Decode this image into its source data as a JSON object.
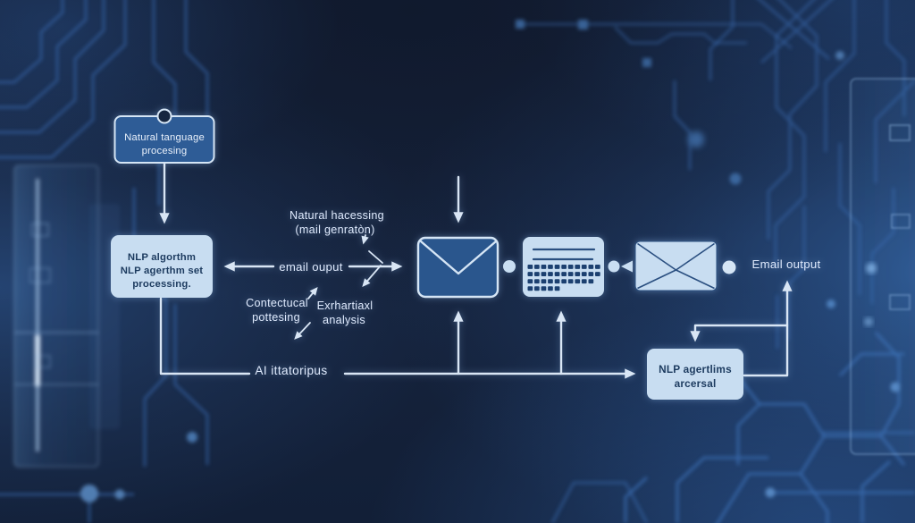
{
  "title": "NLP email automation flow diagram",
  "palette": {
    "background_center": "#152238",
    "background_edge_glow": "#2a5189",
    "flow_line": "#d9e6f5",
    "light_text": "#e6effb",
    "dark_text": "#1d3a5f",
    "node_dark_fill": "#2d5a96",
    "node_light_fill": "#c8ddf1",
    "circuit_trace": "#3a6cb4"
  },
  "nodes": {
    "nlp_top": {
      "lines": [
        "Natural tanguage",
        "procesing"
      ]
    },
    "nlp_algorithm": {
      "lines": [
        "NLP algorthm",
        "NLP agerthm set",
        "processing."
      ]
    },
    "nlp_reversal": {
      "lines": [
        "NLP agertlims",
        "arcersal"
      ]
    }
  },
  "labels": {
    "natural_processing_line1": "Natural hacessing",
    "natural_processing_line2": "(mail genratòn)",
    "email_output_mid": "email ouput",
    "contextual_line1": "Contectucal",
    "contextual_line2": "pottesing",
    "analysis_line1": "Exrhartiaxl",
    "analysis_line2": "analysis",
    "ai_iterations": "AI ittatoripus",
    "email_output_right": "Email output"
  },
  "icons": {
    "center": "envelope-icon",
    "keyboard": "keyboard-icon",
    "right": "envelope-back-icon"
  }
}
